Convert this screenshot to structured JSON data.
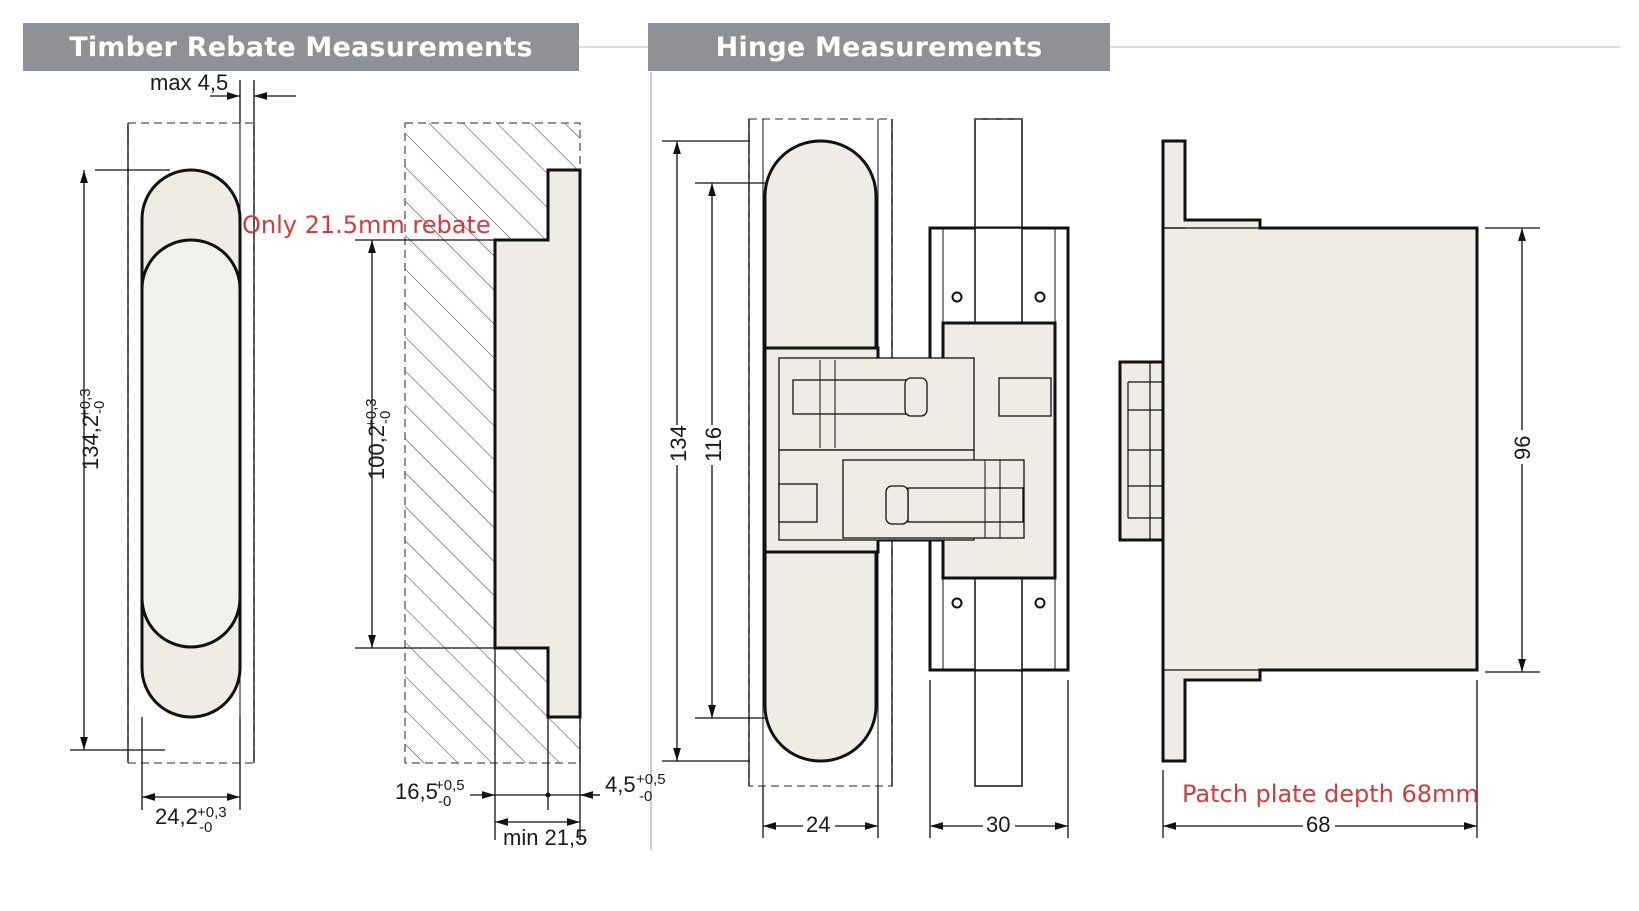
{
  "headers": {
    "timber_rebate": "Timber Rebate Measurements",
    "hinge": "Hinge Measurements"
  },
  "notes": {
    "rebate": "Only 21.5mm rebate",
    "patch_plate": "Patch plate depth 68mm"
  },
  "rebate_dims": {
    "max_offset": "max 4,5",
    "height": "134,2",
    "height_tol_plus": "+0,3",
    "height_tol_minus": "-0",
    "width": "24,2",
    "width_tol_plus": "+0,3",
    "width_tol_minus": "-0",
    "inner_height": "100,2",
    "inner_tol_plus": "+0,3",
    "inner_tol_minus": "-0",
    "depth_a": "16,5",
    "depth_a_tol_plus": "+0,5",
    "depth_a_tol_minus": "-0",
    "depth_b": "4,5",
    "depth_b_tol_plus": "+0,5",
    "depth_b_tol_minus": "-0",
    "min_depth": "min 21,5"
  },
  "hinge_dims": {
    "overall_height": "134",
    "body_height": "116",
    "body_width": "24",
    "arm_width": "30",
    "plate_height": "96",
    "plate_depth": "68"
  },
  "colors": {
    "banner": "#8f9194",
    "part_fill": "#efece6",
    "note": "#d23c3c"
  }
}
